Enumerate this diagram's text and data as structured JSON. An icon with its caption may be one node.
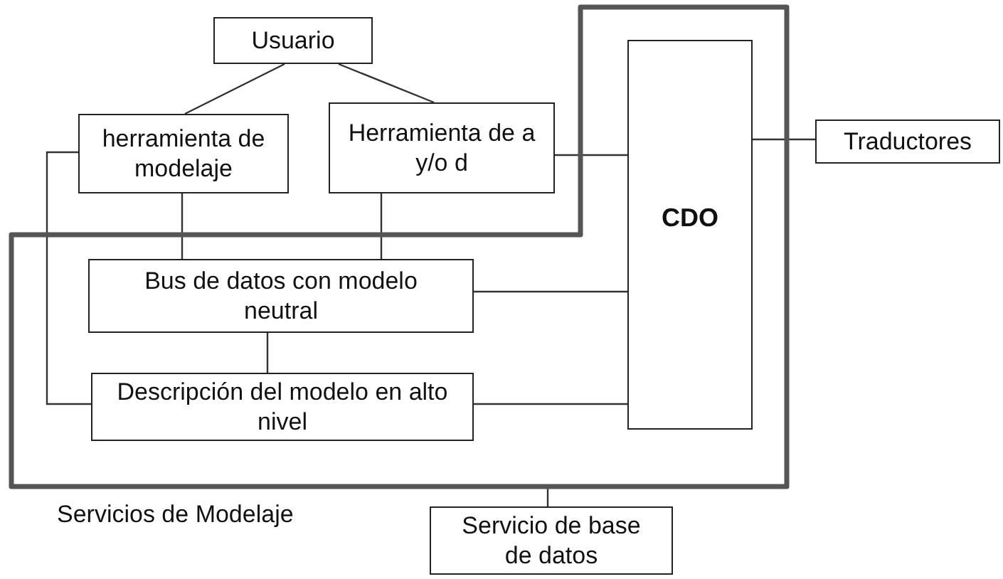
{
  "diagram": {
    "nodes": [
      {
        "text": [
          "Usuario"
        ]
      },
      {
        "text": [
          "herramienta de modelaje"
        ]
      },
      {
        "text": [
          "Herramienta de a y/o d"
        ]
      },
      {
        "text": [
          "Servicios de Modelaje"
        ]
      },
      {
        "text": [
          "Bus de datos con modelo neutral"
        ],
        "in": 3
      },
      {
        "text": [
          "Descripción del modelo en alto nivel"
        ],
        "in": 3
      },
      {
        "text": [
          "CDO"
        ],
        "in": 3
      },
      {
        "text": [
          "Traductores"
        ]
      },
      {
        "text": [
          "Servicio de base de datos"
        ]
      }
    ],
    "edges": [
      {
        "from": 0,
        "to": 1,
        "arrow": "none"
      },
      {
        "from": 0,
        "to": 2,
        "arrow": "none"
      },
      {
        "from": 1,
        "to": 4,
        "arrow": "none"
      },
      {
        "from": 2,
        "to": 4,
        "arrow": "none"
      },
      {
        "from": 2,
        "to": 6,
        "arrow": "none"
      },
      {
        "from": 1,
        "to": 5,
        "arrow": "none"
      },
      {
        "from": 4,
        "to": 6,
        "arrow": "none"
      },
      {
        "from": 4,
        "to": 5,
        "arrow": "none"
      },
      {
        "from": 5,
        "to": 6,
        "arrow": "none"
      },
      {
        "from": 6,
        "to": 7,
        "arrow": "none"
      },
      {
        "from": 3,
        "to": 8,
        "arrow": "none"
      }
    ]
  }
}
